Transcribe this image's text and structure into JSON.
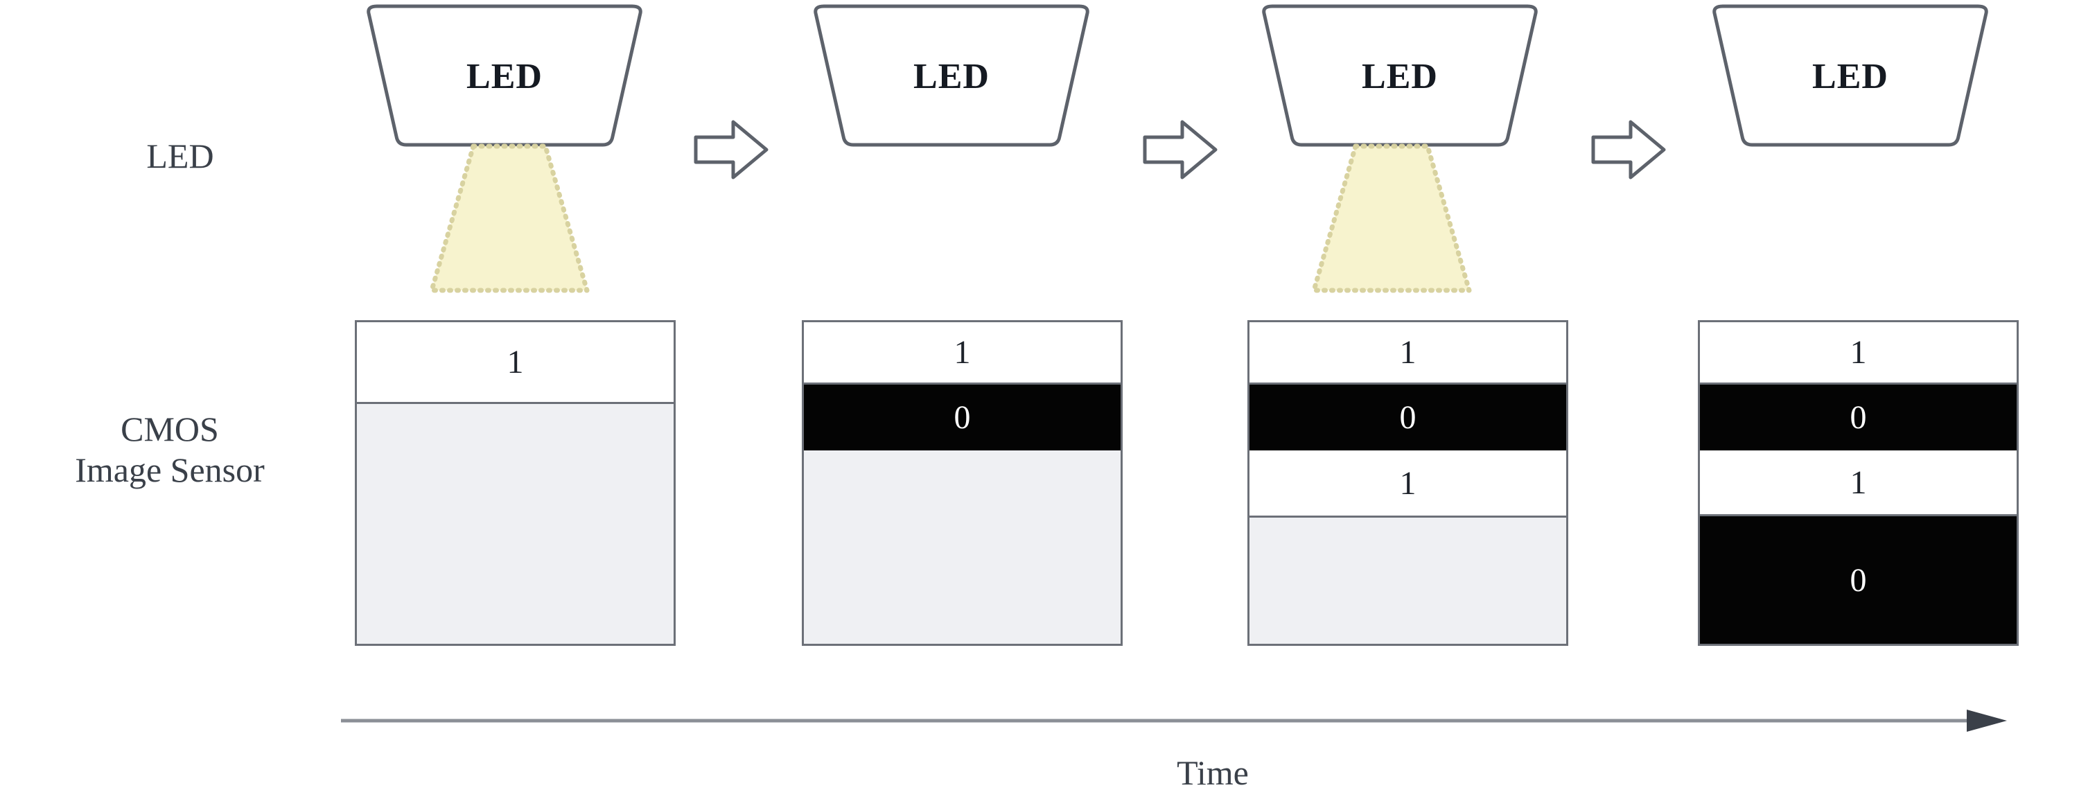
{
  "figure": {
    "row_labels": {
      "led": "LED",
      "cmos_line1": "CMOS",
      "cmos_line2": "Image Sensor"
    },
    "time_axis": {
      "label": "Time"
    },
    "colors": {
      "beam_fill": "#f7f3ce",
      "beam_dots": "#d8d2a0",
      "outline": "#6c7078",
      "exposed_zero_bg": "#040404",
      "exposed_one_bg": "#ffffff",
      "unexposed_bg": "#eff0f3",
      "text": "#2b3038"
    },
    "columns": [
      {
        "index": 1,
        "led_label": "LED",
        "led_on": true,
        "arrow_after": true,
        "arrow_glyph": "right-block-arrow",
        "sensor_rows": [
          {
            "value": "1",
            "state": "exposed-white"
          }
        ],
        "unexposed_remaining": true
      },
      {
        "index": 2,
        "led_label": "LED",
        "led_on": false,
        "arrow_after": true,
        "arrow_glyph": "right-block-arrow",
        "sensor_rows": [
          {
            "value": "1",
            "state": "exposed-white"
          },
          {
            "value": "0",
            "state": "exposed-black"
          }
        ],
        "unexposed_remaining": true
      },
      {
        "index": 3,
        "led_label": "LED",
        "led_on": true,
        "arrow_after": true,
        "arrow_glyph": "right-block-arrow",
        "sensor_rows": [
          {
            "value": "1",
            "state": "exposed-white"
          },
          {
            "value": "0",
            "state": "exposed-black"
          },
          {
            "value": "1",
            "state": "exposed-white"
          }
        ],
        "unexposed_remaining": true
      },
      {
        "index": 4,
        "led_label": "LED",
        "led_on": false,
        "arrow_after": false,
        "arrow_glyph": "",
        "sensor_rows": [
          {
            "value": "1",
            "state": "exposed-white"
          },
          {
            "value": "0",
            "state": "exposed-black"
          },
          {
            "value": "1",
            "state": "exposed-white"
          },
          {
            "value": "0",
            "state": "exposed-black"
          }
        ],
        "unexposed_remaining": false
      }
    ]
  }
}
